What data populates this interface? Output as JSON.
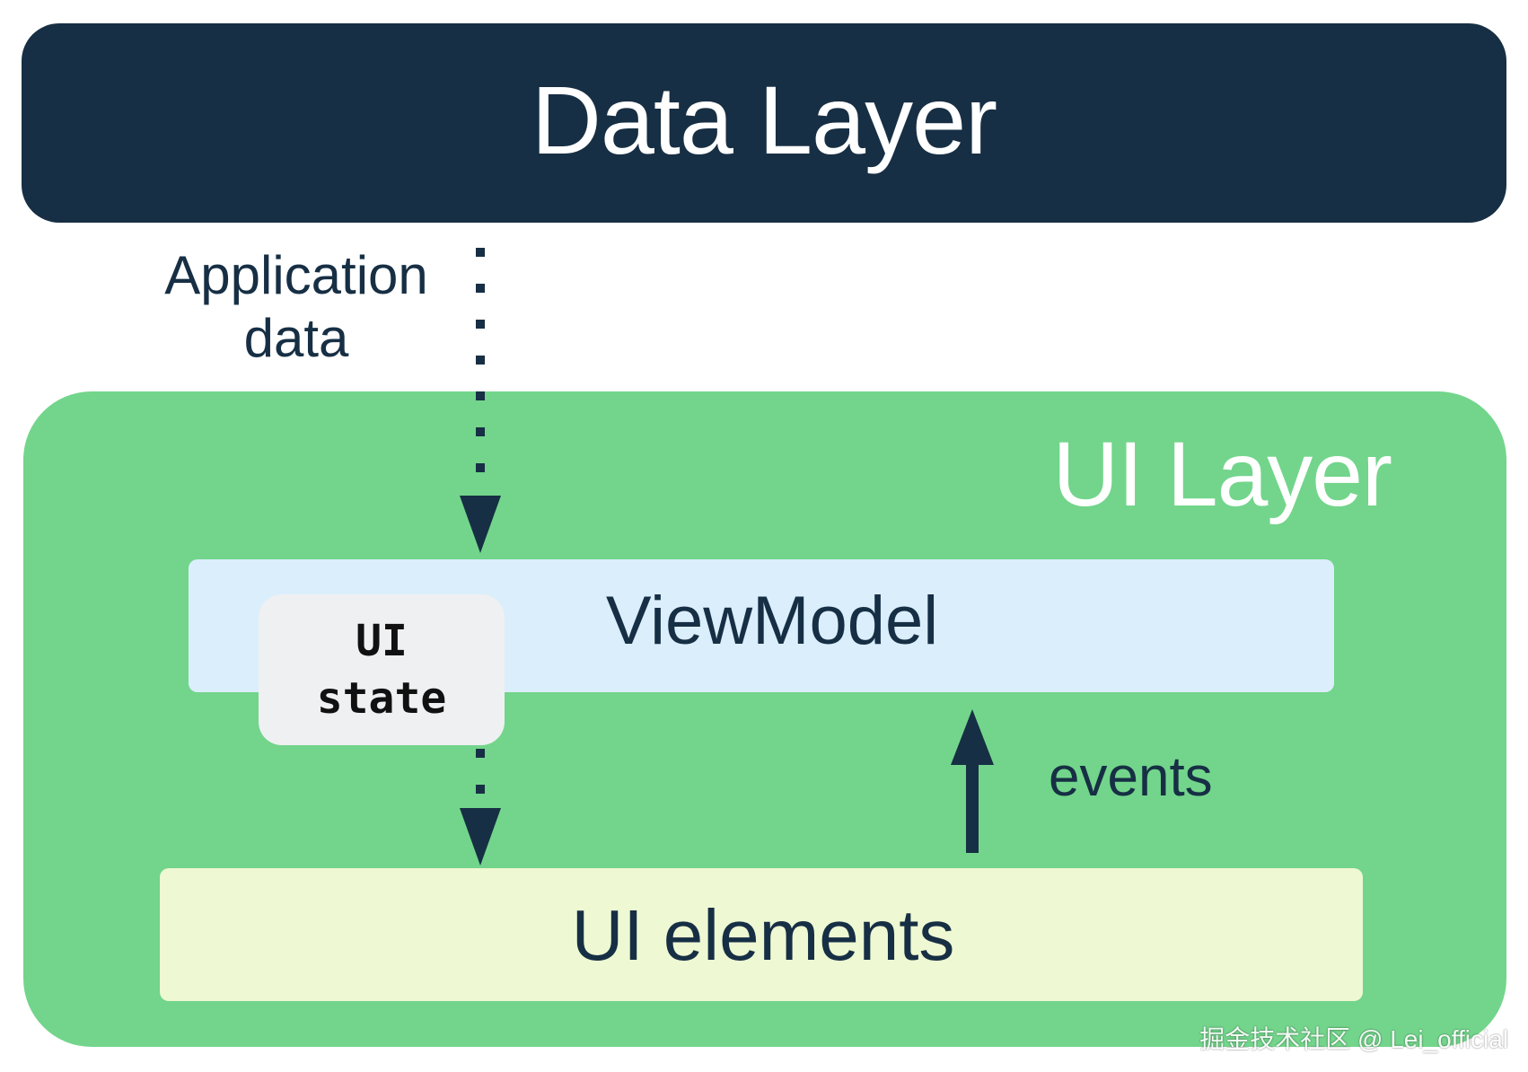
{
  "data_layer": {
    "title": "Data Layer"
  },
  "flow": {
    "application_data_line1": "Application",
    "application_data_line2": "data",
    "events": "events"
  },
  "ui_layer": {
    "title": "UI Layer",
    "viewmodel": "ViewModel",
    "ui_state_line1": "UI",
    "ui_state_line2": "state",
    "ui_elements": "UI elements"
  },
  "watermark": "掘金技术社区 @ Lei_official",
  "colors": {
    "data_layer_bg": "#172f44",
    "ui_layer_bg": "#72d58b",
    "viewmodel_bg": "#dbeefc",
    "ui_state_bg": "#eff0f2",
    "ui_elements_bg": "#eef8d2",
    "arrow": "#172f44"
  }
}
